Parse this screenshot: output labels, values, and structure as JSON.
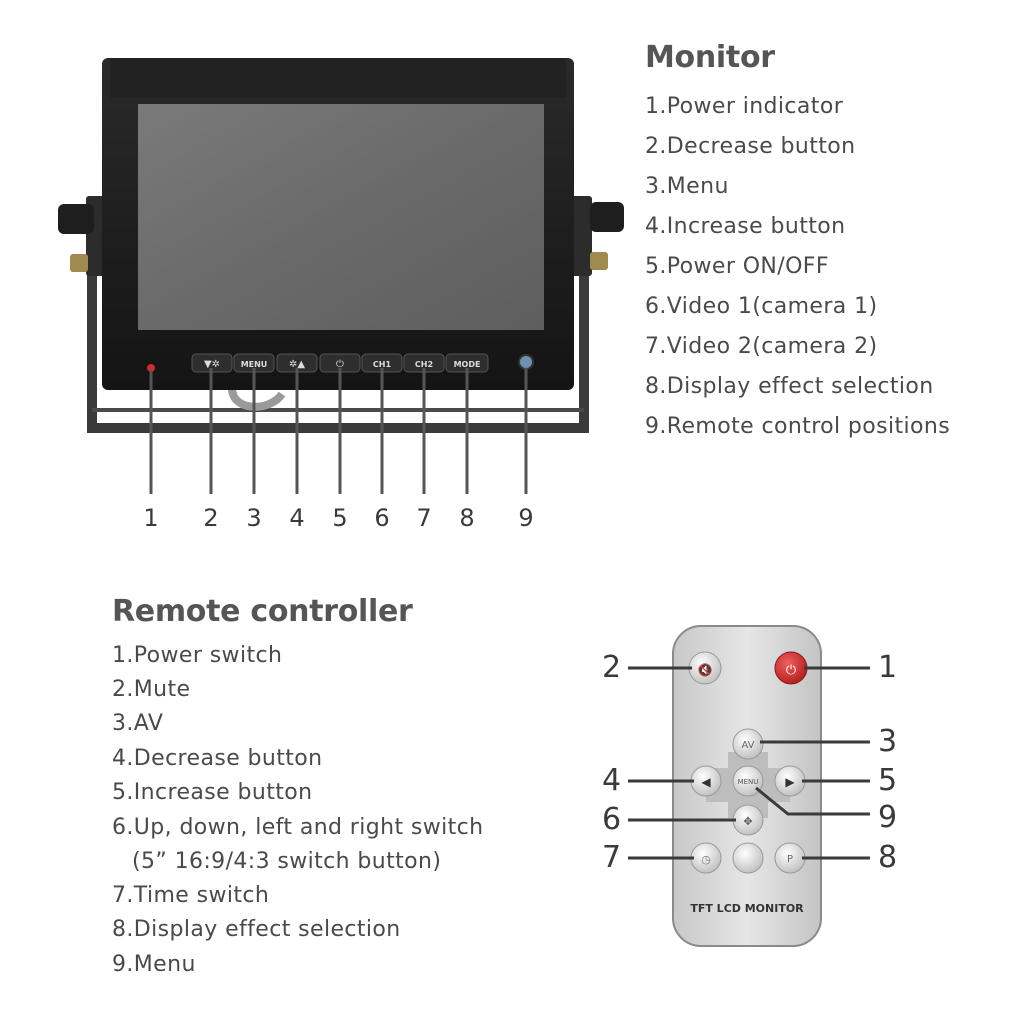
{
  "monitor": {
    "heading": "Monitor",
    "items": [
      "1.Power indicator",
      "2.Decrease button",
      "3.Menu",
      "4.Increase button",
      "5.Power ON/OFF",
      "6.Video 1(camera 1)",
      "7.Video 2(camera 2)",
      "8.Display effect selection",
      "9.Remote control positions"
    ],
    "callouts": [
      "1",
      "2",
      "3",
      "4",
      "5",
      "6",
      "7",
      "8",
      "9"
    ],
    "button_labels": [
      "MENU",
      "CH1",
      "CH2",
      "MODE"
    ]
  },
  "remote": {
    "heading": "Remote controller",
    "items": [
      "1.Power switch",
      "2.Mute",
      "3.AV",
      "4.Decrease button",
      "5.Increase button",
      "6.Up, down, left and right switch",
      "(5” 16:9/4:3 switch button)",
      "7.Time switch",
      "8.Display effect selection",
      "9.Menu"
    ],
    "callouts": [
      "1",
      "2",
      "3",
      "4",
      "5",
      "6",
      "7",
      "8",
      "9"
    ],
    "label": "TFT LCD MONITOR",
    "button_labels": {
      "av": "AV",
      "menu": "MENU",
      "p": "P"
    }
  },
  "colors": {
    "power_red": "#d42a2a",
    "bezel": "#1c1c1c",
    "screen": "#6e6e6e"
  }
}
